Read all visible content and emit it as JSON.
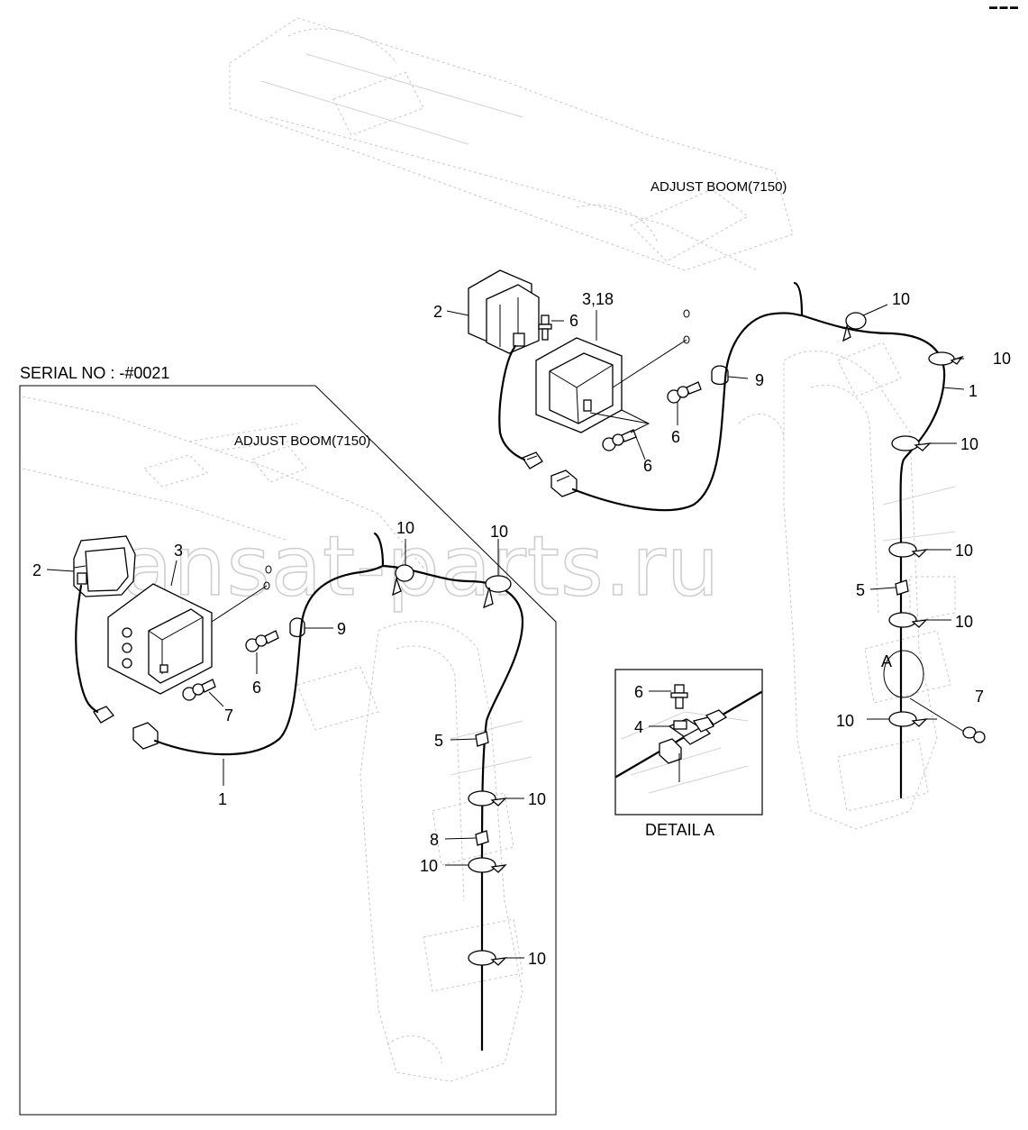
{
  "corner_mark": "▬ ▬ ▬",
  "watermark": "ansat-parts.ru",
  "serial_no": "SERIAL NO : -#0021",
  "adjust_boom_top": "ADJUST BOOM(7150)",
  "adjust_boom_inset": "ADJUST BOOM(7150)",
  "detail_title": "DETAIL  A",
  "detail_marker": "A",
  "top_callouts": {
    "c2": "2",
    "c3_18": "3,18",
    "c6a": "6",
    "c6b": "6",
    "c6c": "6",
    "c9": "9",
    "c10a": "10",
    "c10b": "10",
    "c10c": "10",
    "c10d": "10",
    "c10e": "10",
    "c10f": "10",
    "c1": "1",
    "c5": "5",
    "c7": "7"
  },
  "inset_callouts": {
    "c2": "2",
    "c3": "3",
    "c9": "9",
    "c6": "6",
    "c7": "7",
    "c1": "1",
    "c10a": "10",
    "c10b": "10",
    "c5": "5",
    "c10c": "10",
    "c8": "8",
    "c10d": "10",
    "c10e": "10"
  },
  "detail_callouts": {
    "c6": "6",
    "c4": "4"
  }
}
